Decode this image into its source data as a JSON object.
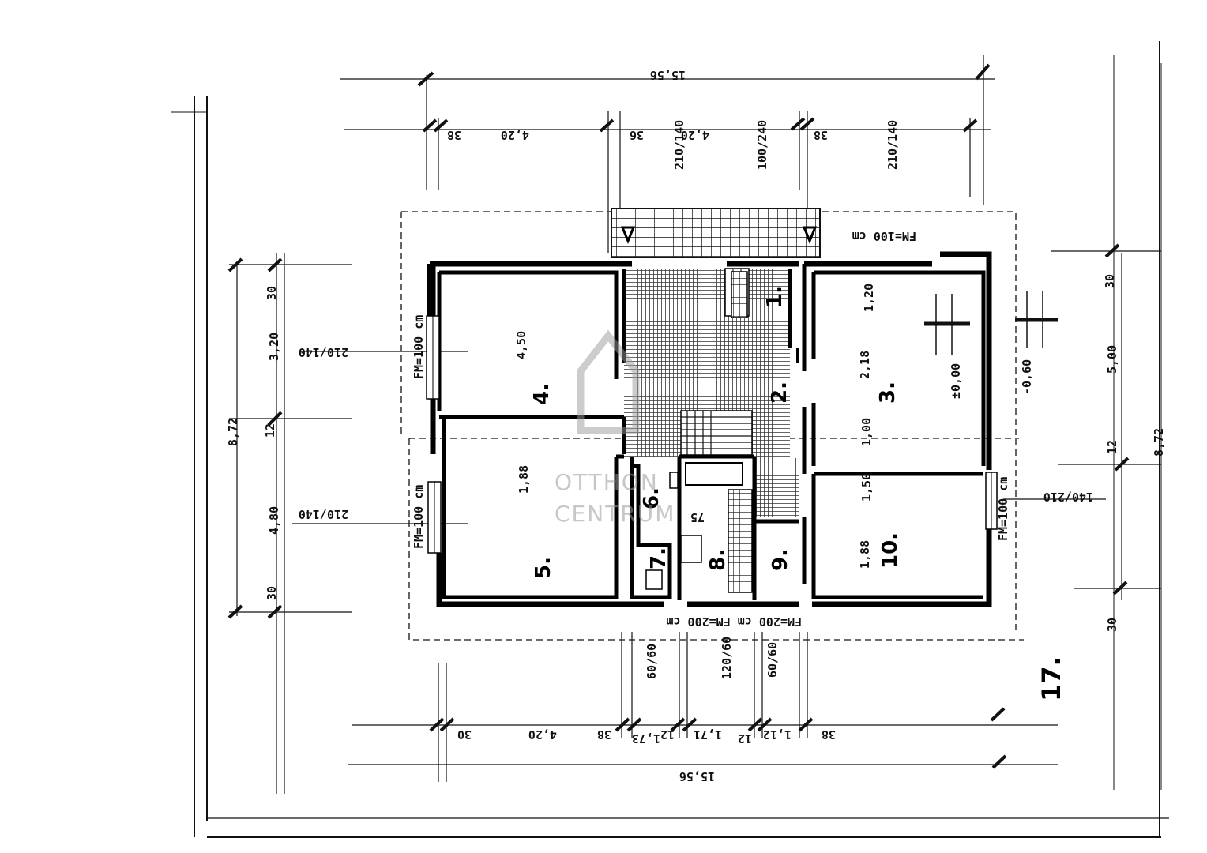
{
  "watermark": {
    "line1": "OTTHON",
    "line2": "CENTRUM"
  },
  "rooms": [
    {
      "id": "1",
      "label": "1."
    },
    {
      "id": "2",
      "label": "2."
    },
    {
      "id": "3",
      "label": "3."
    },
    {
      "id": "4",
      "label": "4."
    },
    {
      "id": "5",
      "label": "5."
    },
    {
      "id": "6",
      "label": "6."
    },
    {
      "id": "7",
      "label": "7."
    },
    {
      "id": "8",
      "label": "8."
    },
    {
      "id": "9",
      "label": "9."
    },
    {
      "id": "10",
      "label": "10."
    },
    {
      "id": "17",
      "label": "17."
    }
  ],
  "dimensions": {
    "top_total": "15,56",
    "top_1": "38",
    "top_2": "4,20",
    "top_3": "36",
    "top_4": "4,20",
    "top_5": "38",
    "win_a": "210/140",
    "win_b": "100/240",
    "win_c": "210/140",
    "left_total": "8,72",
    "left_1": "30",
    "left_2": "3,20",
    "left_3": "12",
    "left_4": "4,80",
    "left_5": "30",
    "left_win_a": "210/140",
    "left_win_b": "210/140",
    "right_total": "8,72",
    "right_1": "30",
    "right_2": "5,00",
    "right_3": "12",
    "right_4": "30",
    "right_win": "140/210",
    "bottom_total": "15,56",
    "bot_1": "30",
    "bot_2": "4,20",
    "bot_3": "38",
    "bot_4": "1,73",
    "bot_5": "12",
    "bot_6": "1,71",
    "bot_7": "12",
    "bot_8": "1,12",
    "bot_9": "38",
    "bot_win_a": "60/60",
    "bot_win_b": "120/60",
    "bot_win_c": "60/60",
    "r4_h": "4,50",
    "r5_h": "1,88",
    "r3_a": "1,20",
    "r3_b": "2,18",
    "r3_c": "1,00",
    "r10_a": "1,50",
    "r10_b": "1,88",
    "level": "±0,00",
    "level_out": "-0,60",
    "kitchen_w": "75",
    "fm_top": "FM=100 cm",
    "fm_left_a": "FM=100 cm",
    "fm_left_b": "FM=100 cm",
    "fm_right": "FM=100 cm",
    "fm_bottom": "FM=200 cm FM=200 cm"
  }
}
